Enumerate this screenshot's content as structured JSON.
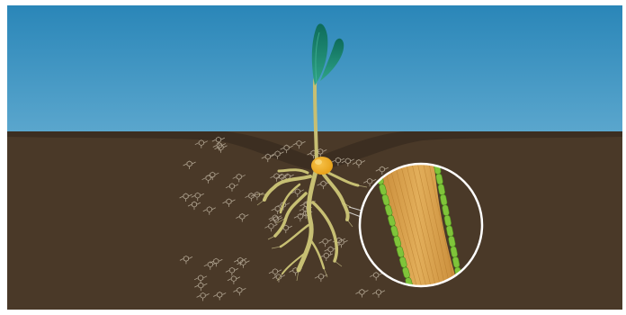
{
  "scene": {
    "subject": "germinating-seedling-with-roots-in-soil",
    "elements": [
      "sky",
      "soil",
      "seed",
      "shoot",
      "leaves",
      "roots",
      "molecule-symbols",
      "magnified-root-cross-section"
    ]
  },
  "colors": {
    "sky_top": "#2a86b8",
    "sky_bottom": "#5aa6cd",
    "soil": "#4a3928",
    "soil_dark": "#3b2d20",
    "root": "#c7bf73",
    "root_light": "#ddd595",
    "leaf_dark": "#0d6b5a",
    "leaf_light": "#2fa487",
    "seed": "#e8a21a",
    "cell_green": "#7fc43a",
    "xylem": "#d39a45",
    "magnifier_ring": "#ffffff"
  }
}
